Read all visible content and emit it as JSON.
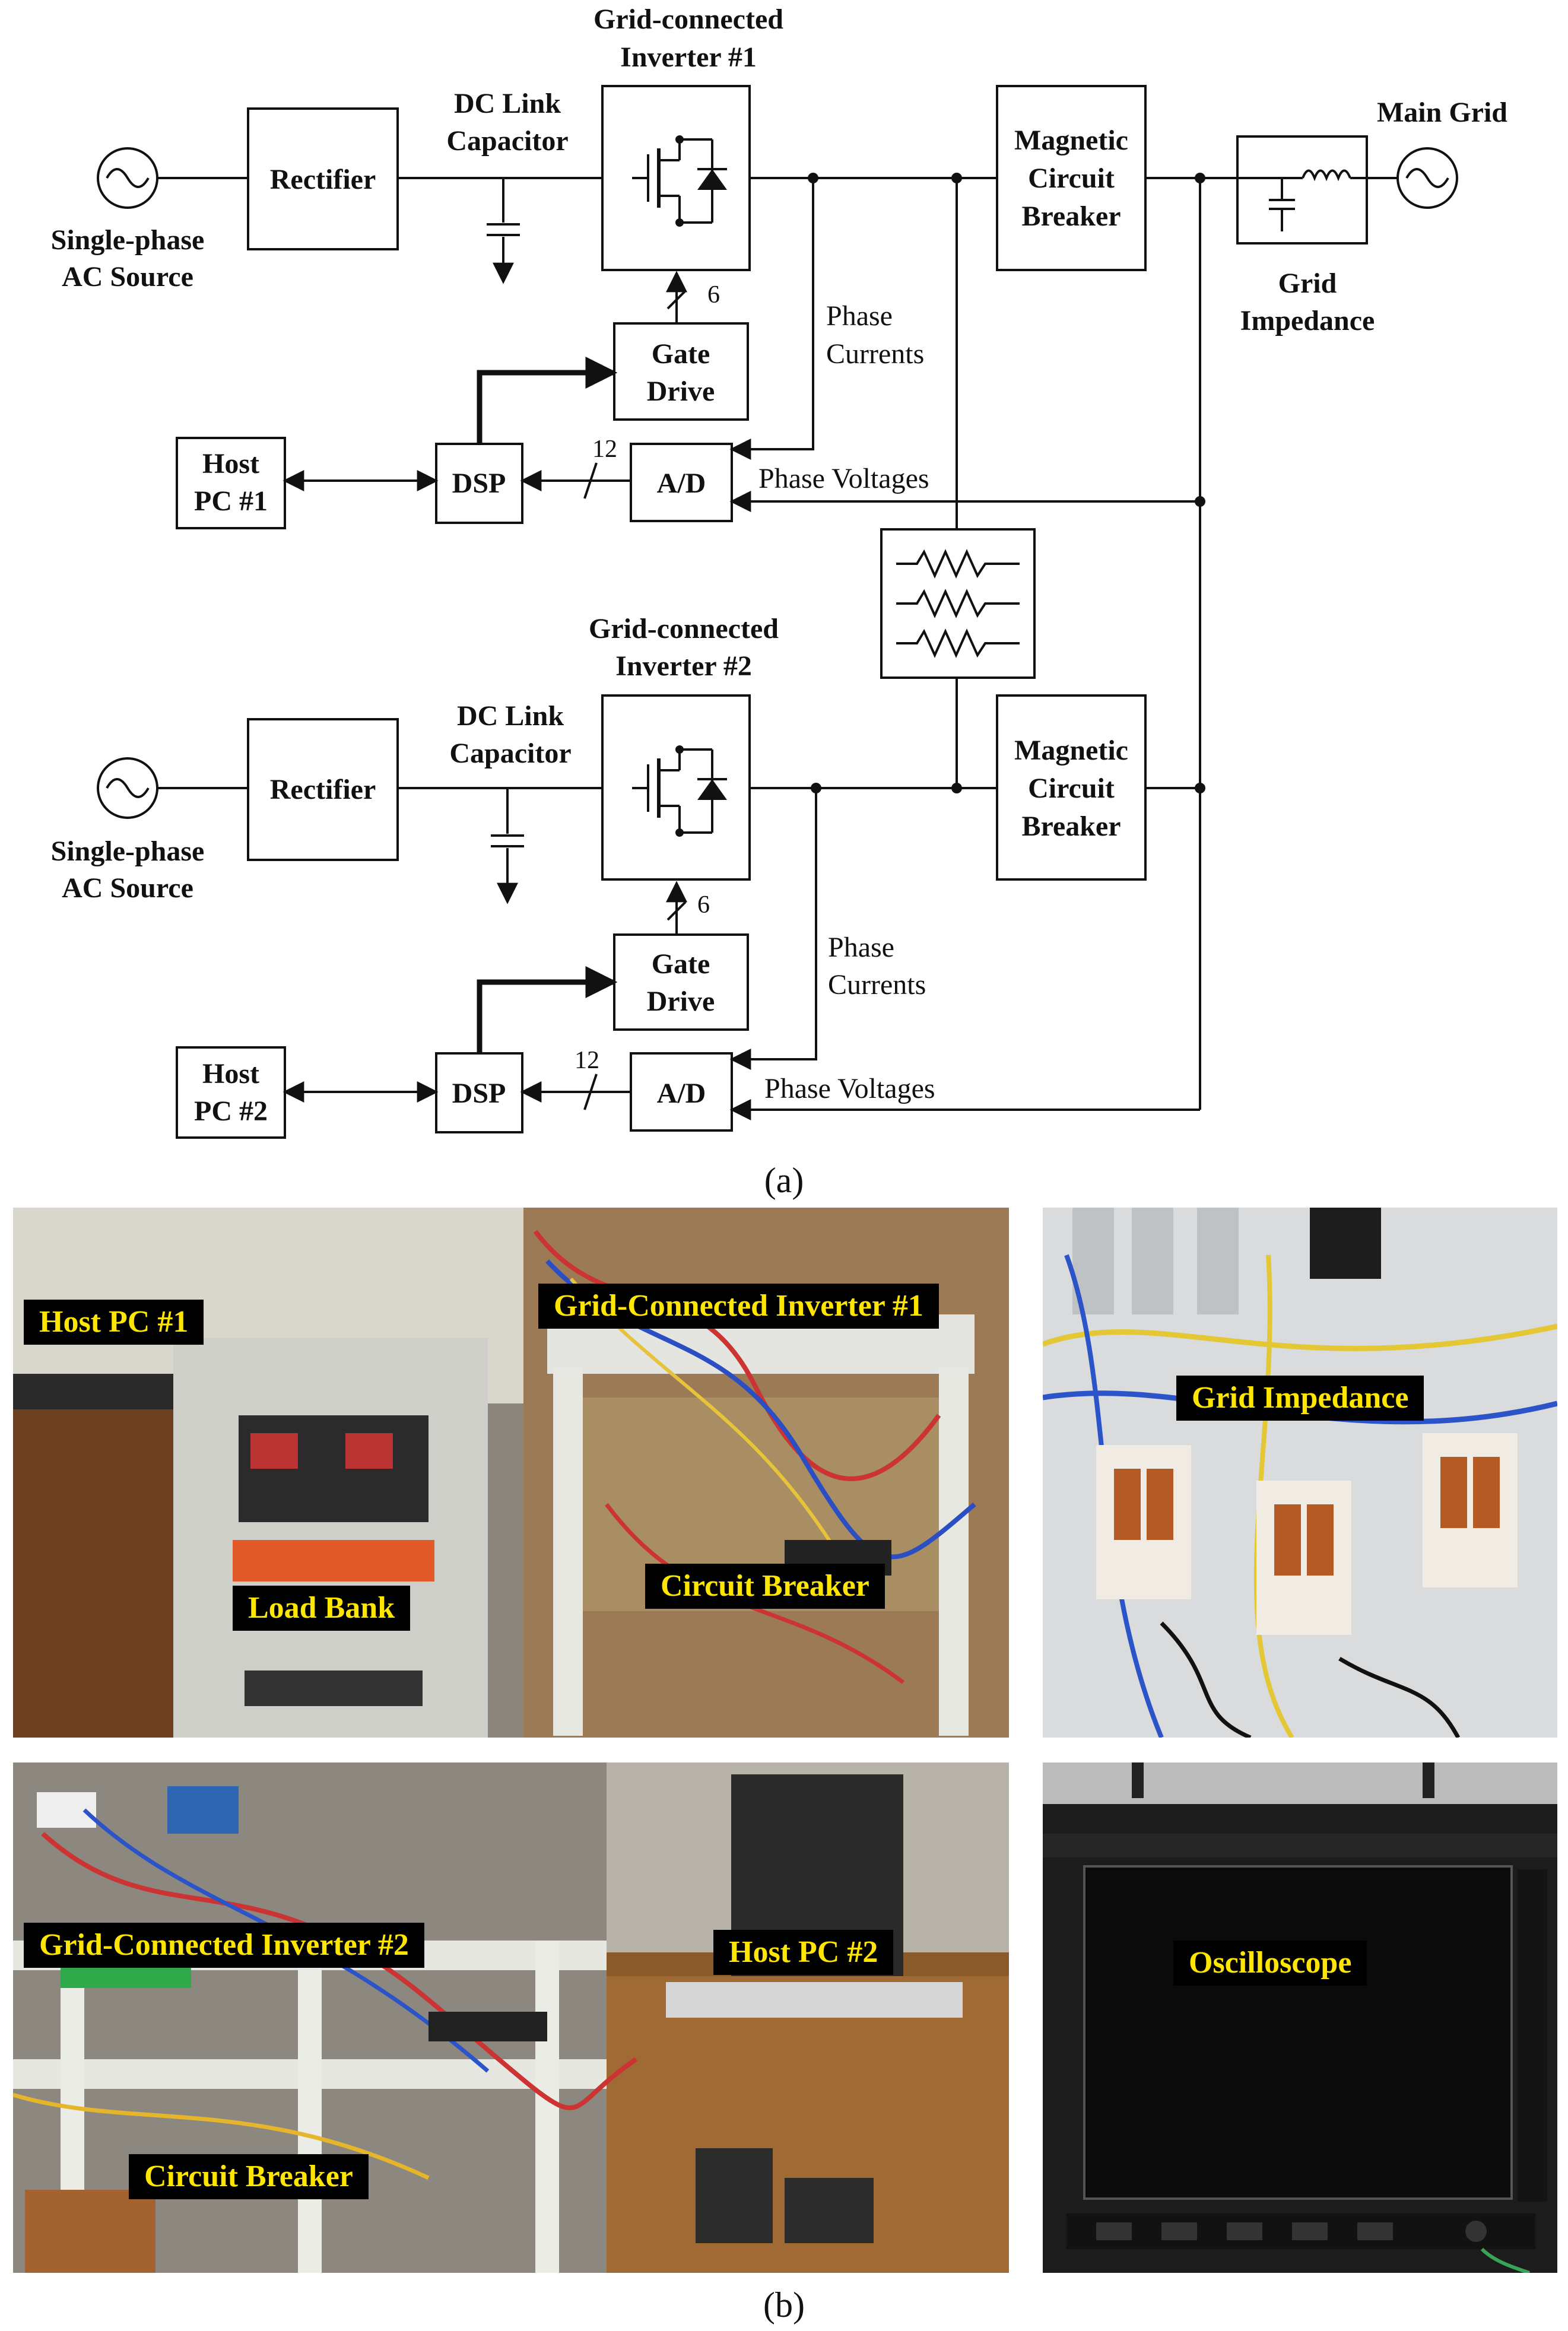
{
  "schematic": {
    "inverter1": {
      "source_l1": "Single-phase",
      "source_l2": "AC Source",
      "rectifier": "Rectifier",
      "dclink_l1": "DC Link",
      "dclink_l2": "Capacitor",
      "inverter_l1": "Grid-connected",
      "inverter_l2": "Inverter #1",
      "gate_l1": "Gate",
      "gate_l2": "Drive",
      "gate_bus": "6",
      "dsp": "DSP",
      "ad": "A/D",
      "ad_bus": "12",
      "host_l1": "Host",
      "host_l2": "PC #1",
      "currents_l1": "Phase",
      "currents_l2": "Currents",
      "voltages": "Phase Voltages",
      "breaker_l1": "Magnetic",
      "breaker_l2": "Circuit",
      "breaker_l3": "Breaker"
    },
    "inverter2": {
      "source_l1": "Single-phase",
      "source_l2": "AC Source",
      "rectifier": "Rectifier",
      "dclink_l1": "DC Link",
      "dclink_l2": "Capacitor",
      "inverter_l1": "Grid-connected",
      "inverter_l2": "Inverter #2",
      "gate_l1": "Gate",
      "gate_l2": "Drive",
      "gate_bus": "6",
      "dsp": "DSP",
      "ad": "A/D",
      "ad_bus": "12",
      "host_l1": "Host",
      "host_l2": "PC #2",
      "currents_l1": "Phase",
      "currents_l2": "Currents",
      "voltages": "Phase Voltages",
      "breaker_l1": "Magnetic",
      "breaker_l2": "Circuit",
      "breaker_l3": "Breaker"
    },
    "grid_impedance_l1": "Grid",
    "grid_impedance_l2": "Impedance",
    "main_grid": "Main Grid"
  },
  "captions": {
    "a": "(a)",
    "b": "(b)"
  },
  "photos": {
    "setup1": {
      "host_pc": "Host PC #1",
      "inverter": "Grid-Connected Inverter #1",
      "load_bank": "Load Bank",
      "breaker": "Circuit Breaker"
    },
    "grid_impedance": "Grid Impedance",
    "setup2": {
      "inverter": "Grid-Connected Inverter #2",
      "host_pc": "Host PC #2",
      "breaker": "Circuit Breaker"
    },
    "oscilloscope": "Oscilloscope"
  }
}
